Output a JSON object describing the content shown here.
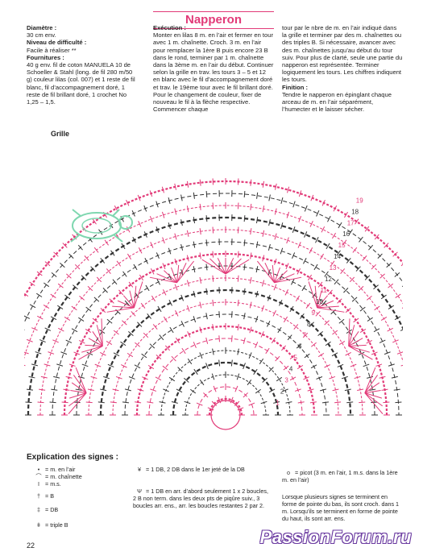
{
  "title": "Napperon",
  "left": {
    "diameter_label": "Diamètre :",
    "diameter_value": "30 cm env.",
    "difficulty_label": "Niveau de difficulté :",
    "difficulty_value": "Facile à réaliser **",
    "supplies_label": "Fournitures :",
    "supplies_text": "40 g env. fil de coton MANUELA 10 de Schoeller & Stahl (long. de fil 280 m/50 g) couleur lilas (col. 007) et 1 reste de fil blanc, fil d’accompagnement doré, 1 reste de fil brillant doré, 1 crochet No 1,25 – 1,5."
  },
  "middle": {
    "execution_label": "Exécution :",
    "execution_text": "Monter en lilas 8 m. en l’air et fermer en tour avec 1 m. chaînette. Croch. 3 m. en l’air pour remplacer la 1ère B puis encore 23 B dans le rond, terminer par 1 m. chaînette dans la 3ème m. en l’air du début. Continuer selon la grille en trav. les tours 3 – 5 et 12 en blanc avec le fil d’accompagnement doré et trav. le 19ème tour avec le fil brillant doré. Pour le changement de couleur, fixer de nouveau le fil à la flèche respective. Commencer chaque"
  },
  "right": {
    "text1": "tour par le nbre de m. en l’air indiqué dans la grille et terminer par des m. chaînettes ou des triples B. Si nécessaire, avancer avec des m. chaînettes jusqu’au début du tour suiv. Pour plus de clarté, seule une partie du napperon est représentée. Terminer logiquement les tours. Les chiffres indiquent les tours.",
    "finition_label": "Finition :",
    "finition_text": "Tendre le napperon en épinglant chaque arceau de m. en l’air séparément, l’humecter et le laisser sécher."
  },
  "grille_label": "Grille",
  "round_numbers": [
    "19",
    "18",
    "17",
    "16",
    "15",
    "14",
    "13",
    "12",
    "11",
    "10",
    "9",
    "8",
    "7",
    "6",
    "5",
    "4",
    "3",
    "2",
    "1"
  ],
  "legend": {
    "title": "Explication des signes :",
    "items_col1": [
      {
        "sym": "•",
        "text": "= m. en l’air"
      },
      {
        "sym": "⌒",
        "text": "= m. chaînette"
      },
      {
        "sym": "I",
        "text": "= m.s."
      },
      {
        "sym": "†",
        "text": "= B"
      },
      {
        "sym": "‡",
        "text": "= DB"
      },
      {
        "sym": "ǂ",
        "text": "= triple B"
      }
    ],
    "items_col2": [
      {
        "sym": "¥",
        "text": "= 1 DB, 2 DB dans le 1er jeté de la DB"
      },
      {
        "sym": "Ψ",
        "text": "= 1 DB en arr. d’abord seulement 1 x 2 boucles, 2 B non term. dans les deux pts de piqûre suiv., 3 boucles arr. ens., arr. les boucles restantes 2 par 2."
      }
    ],
    "items_col3": [
      {
        "sym": "o",
        "text": "= picot (3 m. en l’air, 1 m.s. dans la 1ère m. en l’air)"
      }
    ],
    "col3_note": "Lorsque plusieurs signes se terminent en forme de pointe du bas, ils sont croch. dans 1 m. Lorsqu’ils se terminent en forme de pointe du haut, ils sont arr. ens."
  },
  "page_number": "22",
  "watermark": "PassionForum.ru",
  "colors": {
    "accent": "#e23a78",
    "dark": "#333333",
    "turtle": "#7fd7b0"
  }
}
